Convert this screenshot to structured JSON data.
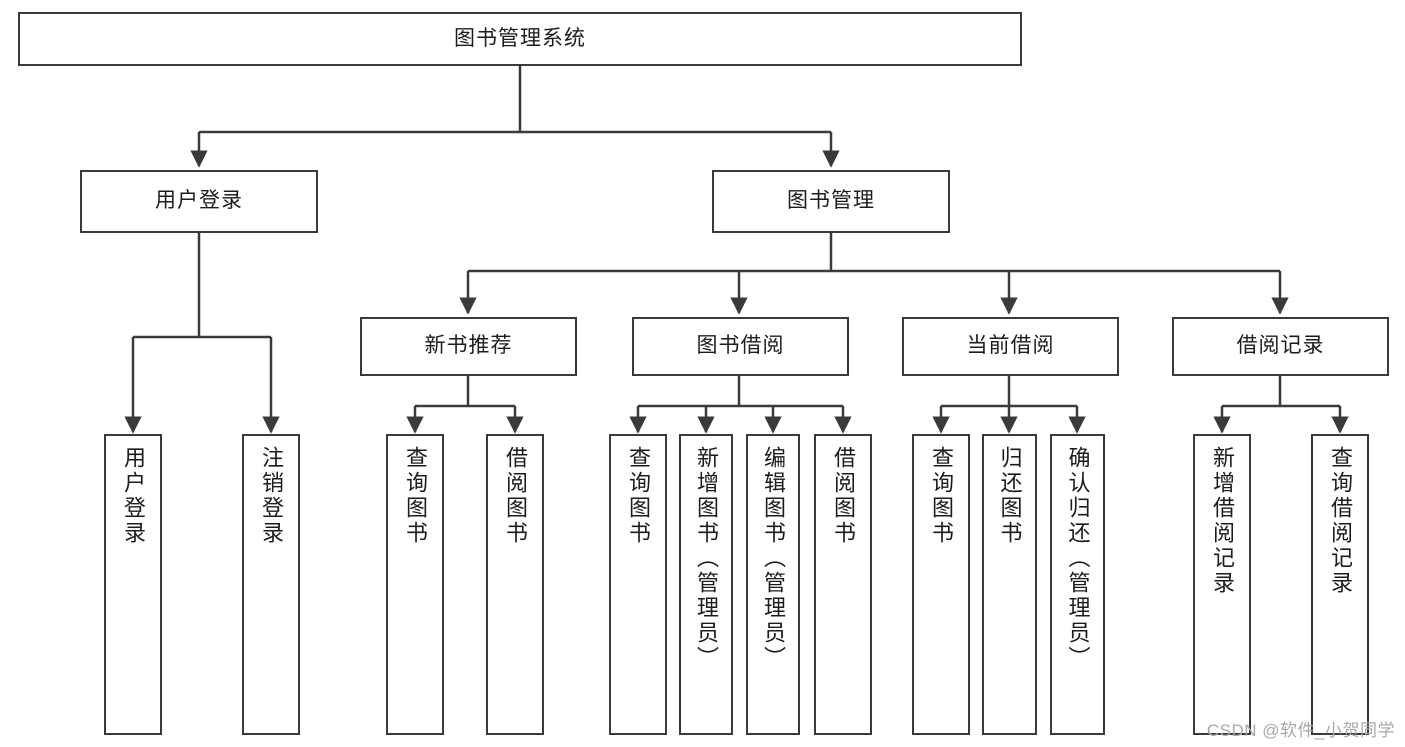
{
  "diagram": {
    "title": "图书管理系统",
    "type": "tree-hierarchy-chart",
    "root": {
      "label": "图书管理系统"
    },
    "level2": [
      {
        "label": "用户登录"
      },
      {
        "label": "图书管理"
      }
    ],
    "level3": [
      {
        "label": "新书推荐",
        "parent": "图书管理"
      },
      {
        "label": "图书借阅",
        "parent": "图书管理"
      },
      {
        "label": "当前借阅",
        "parent": "图书管理"
      },
      {
        "label": "借阅记录",
        "parent": "图书管理"
      }
    ],
    "leaves": [
      {
        "label": "用户登录",
        "parent": "用户登录"
      },
      {
        "label": "注销登录",
        "parent": "用户登录"
      },
      {
        "label": "查询图书",
        "parent": "新书推荐"
      },
      {
        "label": "借阅图书",
        "parent": "新书推荐"
      },
      {
        "label": "查询图书",
        "parent": "图书借阅"
      },
      {
        "label": "新增图书（管理员）",
        "parent": "图书借阅"
      },
      {
        "label": "编辑图书（管理员）",
        "parent": "图书借阅"
      },
      {
        "label": "借阅图书",
        "parent": "图书借阅"
      },
      {
        "label": "查询图书",
        "parent": "当前借阅"
      },
      {
        "label": "归还图书",
        "parent": "当前借阅"
      },
      {
        "label": "确认归还（管理员）",
        "parent": "当前借阅"
      },
      {
        "label": "新增借阅记录",
        "parent": "借阅记录"
      },
      {
        "label": "查询借阅记录",
        "parent": "借阅记录"
      }
    ]
  },
  "watermark": {
    "text": "CSDN @软件_小贺同学"
  },
  "colors": {
    "stroke": "#3a3a3a",
    "fill": "#ffffff",
    "text": "#1c1c1c",
    "watermark": "#a8a8a8"
  }
}
